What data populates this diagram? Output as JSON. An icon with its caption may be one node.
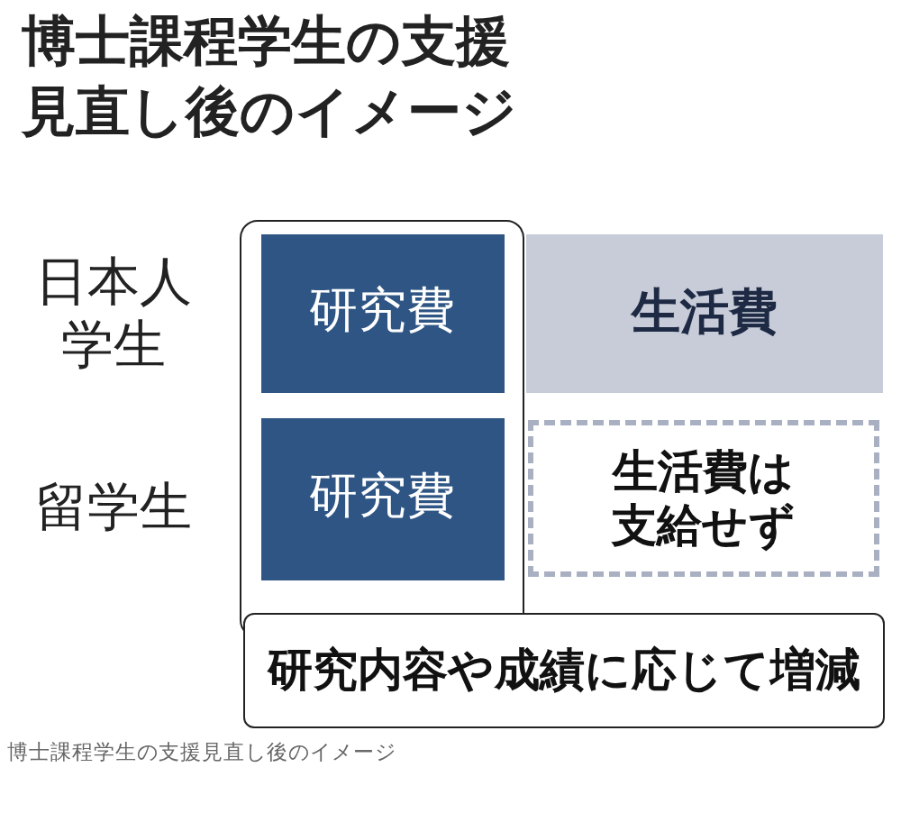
{
  "diagram": {
    "title": "博士課程学生の支援見直し後のイメージ",
    "caption": "博士課程学生の支援見直し後のイメージ",
    "nodes": [
      {
        "text": [],
        "shape": "box"
      },
      {
        "text": [
          "研究費"
        ],
        "in": 0
      },
      {
        "text": [
          "生活費"
        ]
      },
      {
        "text": [
          "研究費"
        ],
        "in": 0
      },
      {
        "text": [
          "生活費は支給せず"
        ]
      },
      {
        "text": [
          "研究内容や成績に応じて増減"
        ]
      }
    ],
    "edges": [],
    "labels": [
      "日本人学生",
      "留学生"
    ]
  }
}
